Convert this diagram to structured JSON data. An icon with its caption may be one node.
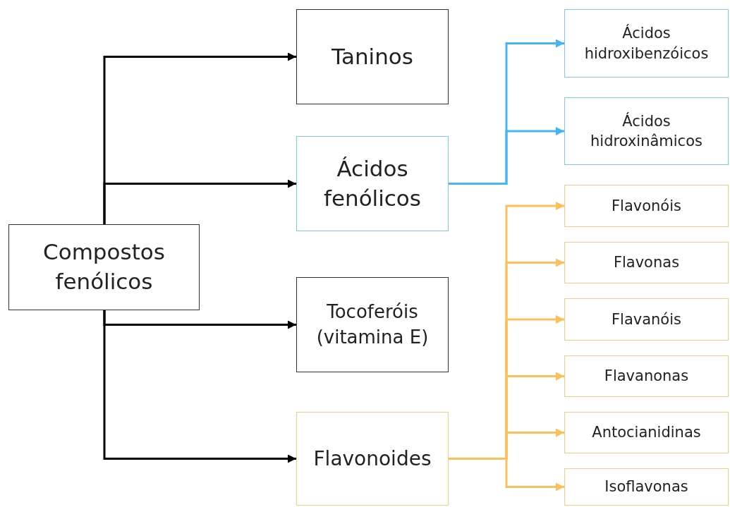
{
  "diagram": {
    "nodes": [
      {
        "text": [
          "Compostos fenólicos"
        ]
      },
      {
        "text": [
          "Taninos"
        ]
      },
      {
        "text": [
          "Ácidos fenólicos"
        ]
      },
      {
        "text": [
          "Tocoferóis (vitamina E)"
        ]
      },
      {
        "text": [
          "Flavonoides"
        ]
      },
      {
        "text": [
          "Ácidos hidroxibenzóicos"
        ]
      },
      {
        "text": [
          "Ácidos hidroxinâmicos"
        ]
      },
      {
        "text": [
          "Flavonóis"
        ]
      },
      {
        "text": [
          "Flavonas"
        ]
      },
      {
        "text": [
          "Flavanóis"
        ]
      },
      {
        "text": [
          "Flavanonas"
        ]
      },
      {
        "text": [
          "Antocianidinas"
        ]
      },
      {
        "text": [
          "Isoflavonas"
        ]
      }
    ],
    "edges": [
      {
        "from": 0,
        "to": 1,
        "arrow": "to",
        "color": "#000000"
      },
      {
        "from": 0,
        "to": 2,
        "arrow": "to",
        "color": "#000000"
      },
      {
        "from": 0,
        "to": 3,
        "arrow": "to",
        "color": "#000000"
      },
      {
        "from": 0,
        "to": 4,
        "arrow": "to",
        "color": "#000000"
      },
      {
        "from": 2,
        "to": 5,
        "arrow": "to",
        "color": "#45b5f5"
      },
      {
        "from": 2,
        "to": 6,
        "arrow": "to",
        "color": "#45b5f5"
      },
      {
        "from": 4,
        "to": 7,
        "arrow": "to",
        "color": "#fdbf5a"
      },
      {
        "from": 4,
        "to": 8,
        "arrow": "to",
        "color": "#fdbf5a"
      },
      {
        "from": 4,
        "to": 9,
        "arrow": "to",
        "color": "#fdbf5a"
      },
      {
        "from": 4,
        "to": 10,
        "arrow": "to",
        "color": "#fdbf5a"
      },
      {
        "from": 4,
        "to": 11,
        "arrow": "to",
        "color": "#fdbf5a"
      },
      {
        "from": 4,
        "to": 12,
        "arrow": "to",
        "color": "#fdbf5a"
      }
    ]
  }
}
